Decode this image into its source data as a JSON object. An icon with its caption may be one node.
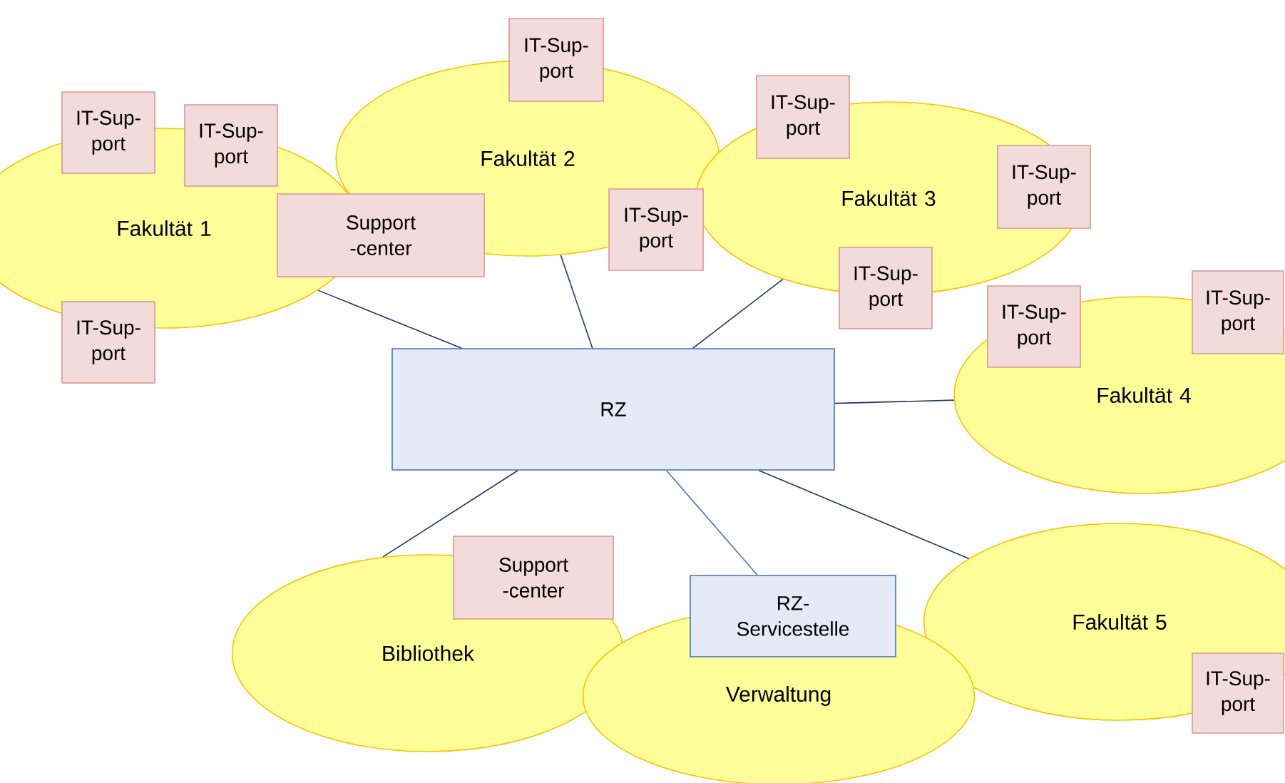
{
  "diagram": {
    "nodes": [
      {
        "text": [
          "Fakultät 1"
        ]
      },
      {
        "text": [
          "Fakultät 2"
        ]
      },
      {
        "text": [
          "Fakultät 3"
        ]
      },
      {
        "text": [
          "Fakultät 4"
        ]
      },
      {
        "text": [
          "Fakultät 5"
        ]
      },
      {
        "text": [
          "Bibliothek"
        ]
      },
      {
        "text": [
          "Verwaltung"
        ]
      },
      {
        "text": [
          "RZ"
        ]
      },
      {
        "text": [
          "RZ- Servicestelle"
        ]
      },
      {
        "text": [
          "IT-Sup- port"
        ]
      },
      {
        "text": [
          "IT-Sup- port"
        ]
      },
      {
        "text": [
          "IT-Sup- port"
        ]
      },
      {
        "text": [
          "Support -center"
        ]
      },
      {
        "text": [
          "IT-Sup- port"
        ]
      },
      {
        "text": [
          "IT-Sup- port"
        ]
      },
      {
        "text": [
          "IT-Sup- port"
        ]
      },
      {
        "text": [
          "IT-Sup- port"
        ]
      },
      {
        "text": [
          "IT-Sup- port"
        ]
      },
      {
        "text": [
          "IT-Sup- port"
        ]
      },
      {
        "text": [
          "IT-Sup- port"
        ]
      },
      {
        "text": [
          "Support -center"
        ]
      },
      {
        "text": [
          "IT-Sup- port"
        ]
      }
    ],
    "edges": [
      {
        "from": 7,
        "to": 0,
        "arrow": "none"
      },
      {
        "from": 7,
        "to": 1,
        "arrow": "none"
      },
      {
        "from": 7,
        "to": 2,
        "arrow": "none"
      },
      {
        "from": 7,
        "to": 3,
        "arrow": "none"
      },
      {
        "from": 7,
        "to": 4,
        "arrow": "none"
      },
      {
        "from": 7,
        "to": 5,
        "arrow": "none"
      },
      {
        "from": 7,
        "to": 8,
        "arrow": "none",
        "color": "#4472c4"
      }
    ]
  }
}
